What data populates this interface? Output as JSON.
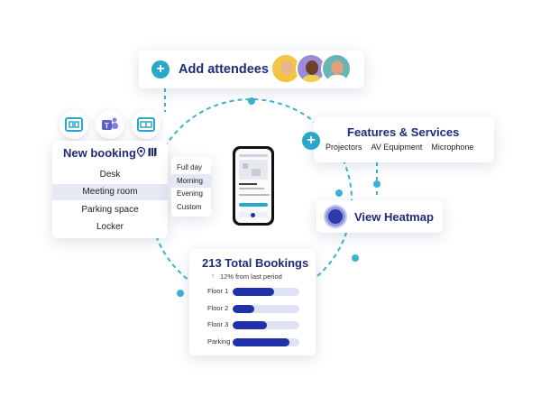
{
  "attendees": {
    "label": "Add attendees",
    "avatars": [
      {
        "name": "avatar-woman",
        "bg": "#f1c640",
        "skin": "#e8b48c",
        "shirt": "#f5c23a"
      },
      {
        "name": "avatar-man-1",
        "bg": "#9b8bd8",
        "skin": "#6b4227",
        "shirt": "#f1d14b"
      },
      {
        "name": "avatar-man-2",
        "bg": "#66b7b4",
        "skin": "#e0a07c",
        "shirt": "#ffffff"
      }
    ]
  },
  "integrations": [
    "room-display-icon",
    "teams-icon",
    "desk-display-icon"
  ],
  "booking": {
    "title": "New booking",
    "items": [
      {
        "label": "Desk",
        "selected": false
      },
      {
        "label": "Meeting room",
        "selected": true
      },
      {
        "label": "Parking space",
        "selected": false
      },
      {
        "label": "Locker",
        "selected": false
      }
    ]
  },
  "times": [
    {
      "label": "Full day",
      "selected": false
    },
    {
      "label": "Morning",
      "selected": true
    },
    {
      "label": "Evening",
      "selected": false
    },
    {
      "label": "Custom",
      "selected": false
    }
  ],
  "features": {
    "title": "Features & Services",
    "items": [
      "Projectors",
      "AV Equipment",
      "Microphone"
    ]
  },
  "heatmap": {
    "label": "View Heatmap"
  },
  "totals": {
    "title": "213 Total Bookings",
    "change": "12% from last period",
    "rows": [
      {
        "label": "Floor 1",
        "value": 0.62
      },
      {
        "label": "Floor 2",
        "value": 0.32
      },
      {
        "label": "Floor 3",
        "value": 0.52
      },
      {
        "label": "Parking",
        "value": 0.85
      }
    ]
  },
  "colors": {
    "accent": "#2aa7c9",
    "brand": "#1f2a7a",
    "bar": "#1f31a8",
    "track": "#dfe2f6",
    "dots": "#3bb3d1"
  }
}
